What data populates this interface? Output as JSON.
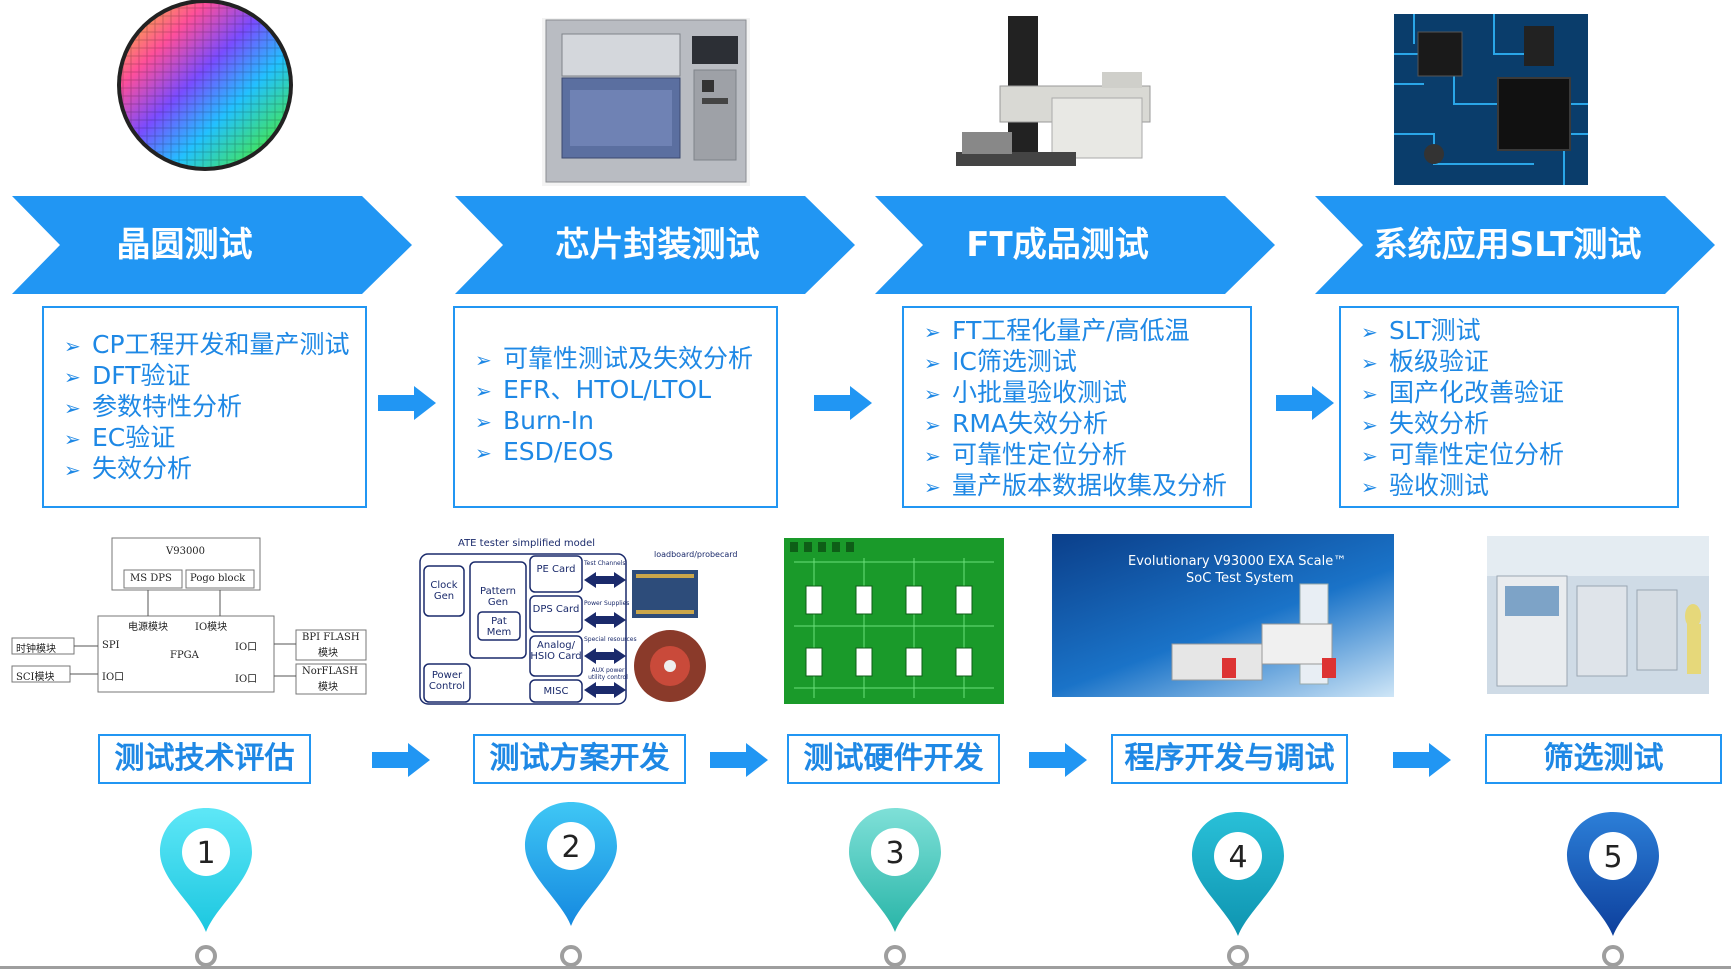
{
  "stages": [
    {
      "title": "晶圆测试",
      "items": [
        "CP工程开发和量产测试",
        "DFT验证",
        "参数特性分析",
        "EC验证",
        "失效分析"
      ]
    },
    {
      "title": "芯片封装测试",
      "items": [
        "可靠性测试及失效分析",
        "EFR、HTOL/LTOL",
        "Burn-In",
        "ESD/EOS"
      ]
    },
    {
      "title": "FT成品测试",
      "items": [
        "FT工程化量产/高低温",
        "IC筛选测试",
        "小批量验收测试",
        "RMA失效分析",
        "可靠性定位分析",
        "量产版本数据收集及分析"
      ]
    },
    {
      "title": "系统应用SLT测试",
      "items": [
        "SLT测试",
        "板级验证",
        "国产化改善验证",
        "失效分析",
        "可靠性定位分析",
        "验收测试"
      ]
    }
  ],
  "bullet_glyph": "➢",
  "steps": [
    {
      "label": "测试技术评估",
      "number": "1"
    },
    {
      "label": "测试方案开发",
      "number": "2"
    },
    {
      "label": "测试硬件开发",
      "number": "3"
    },
    {
      "label": "程序开发与调试",
      "number": "4"
    },
    {
      "label": "筛选测试",
      "number": "5"
    }
  ],
  "block_diagram": {
    "top": "V93000",
    "ms_dps": "MS DPS",
    "pogo": "Pogo block",
    "power_module": "电源模块",
    "io_module": "IO模块",
    "fpga": "FPGA",
    "clock_module": "时钟模块",
    "sci_module": "SCI模块",
    "spi": "SPI",
    "io_port_left": "IO口",
    "io_port_right_1": "IO口",
    "io_port_right_2": "IO口",
    "bpi_flash": "BPI FLASH",
    "bpi_flash_sub": "模块",
    "nor_flash": "NorFLASH",
    "nor_flash_sub": "模块"
  },
  "ate_model": {
    "title": "ATE tester simplified model",
    "clock_gen": "Clock Gen",
    "pattern_gen": "Pattern Gen",
    "pat_mem": "Pat Mem",
    "pe_card": "PE Card",
    "dps_card": "DPS Card",
    "analog_card": "Analog/ HSIO Card",
    "misc": "MISC",
    "power_control": "Power Control",
    "test_channels": "Test Channels",
    "power_supplies": "Power Supplies",
    "special_resources": "Special resources",
    "aux_power": "AUX power utility control",
    "loadboard": "loadboard/probecard"
  },
  "v93000_banner": {
    "line1": "Evolutionary V93000 EXA Scale™",
    "line2": "SoC Test System"
  },
  "colors": {
    "primary": "#2196F3",
    "text_blue": "#1E88E5",
    "pin_colors": [
      [
        "#5EE7F7",
        "#1CC7E0"
      ],
      [
        "#3FC7F5",
        "#1589E0"
      ],
      [
        "#7FE0D8",
        "#29B5A8"
      ],
      [
        "#29C0D8",
        "#0E94B0"
      ],
      [
        "#2C7FD8",
        "#0D3F9C"
      ]
    ]
  }
}
